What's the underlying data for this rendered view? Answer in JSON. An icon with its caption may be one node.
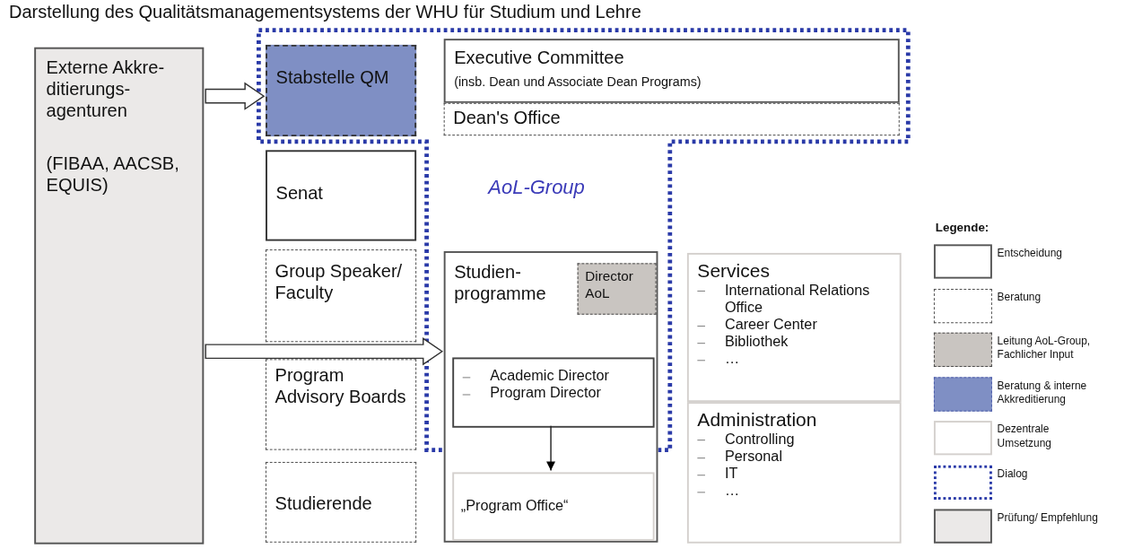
{
  "diagram": {
    "title": "Darstellung des Qualitätsmanagementsystems der WHU für Studium und Lehre",
    "nodes": [
      {
        "text": [
          "Externe Akkre- ditierungs- agenturen",
          "(FIBAA, AACSB, EQUIS)"
        ]
      },
      {
        "text": [
          "Stabstelle QM"
        ]
      },
      {
        "text": [
          "Executive Committee",
          "(insb. Dean und Associate Dean Programs)"
        ]
      },
      {
        "text": [
          "Dean's Office"
        ]
      },
      {
        "text": [
          "Senat"
        ]
      },
      {
        "text": [
          "Group Speaker/ Faculty"
        ]
      },
      {
        "text": [
          "Program Advisory Boards"
        ]
      },
      {
        "text": [
          "Studierende"
        ]
      },
      {
        "text": [
          "Studien- programme"
        ]
      },
      {
        "text": [
          "Director AoL"
        ],
        "in": 8
      },
      {
        "text": [
          "Academic Director",
          "Program Director"
        ],
        "in": 8
      },
      {
        "text": [
          "„Program Office“"
        ],
        "in": 8
      },
      {
        "text": [
          "Services",
          "International Relations Office",
          "Career Center",
          "Bibliothek",
          "…"
        ]
      },
      {
        "text": [
          "Administration",
          "Controlling",
          "Personal",
          "IT",
          "…"
        ]
      }
    ],
    "edges": [
      {
        "from": 0,
        "to": 1,
        "arrow": "to"
      },
      {
        "from": 0,
        "to": 8,
        "arrow": "to"
      },
      {
        "from": 10,
        "to": 11,
        "arrow": "to"
      }
    ],
    "labels": [
      "AoL-Group",
      "Legende:"
    ],
    "legend": [
      {
        "text": "Entscheidung"
      },
      {
        "text": "Beratung"
      },
      {
        "text": "Leitung AoL-Group, Fachlicher Input",
        "color": "#c9c5c1"
      },
      {
        "text": "Beratung & interne Akkreditierung",
        "color": "#7f8fc4"
      },
      {
        "text": "Dezentrale Umsetzung"
      },
      {
        "text": "Dialog"
      },
      {
        "text": "Prüfung/ Empfehlung",
        "color": "#ebe9e8"
      }
    ]
  }
}
